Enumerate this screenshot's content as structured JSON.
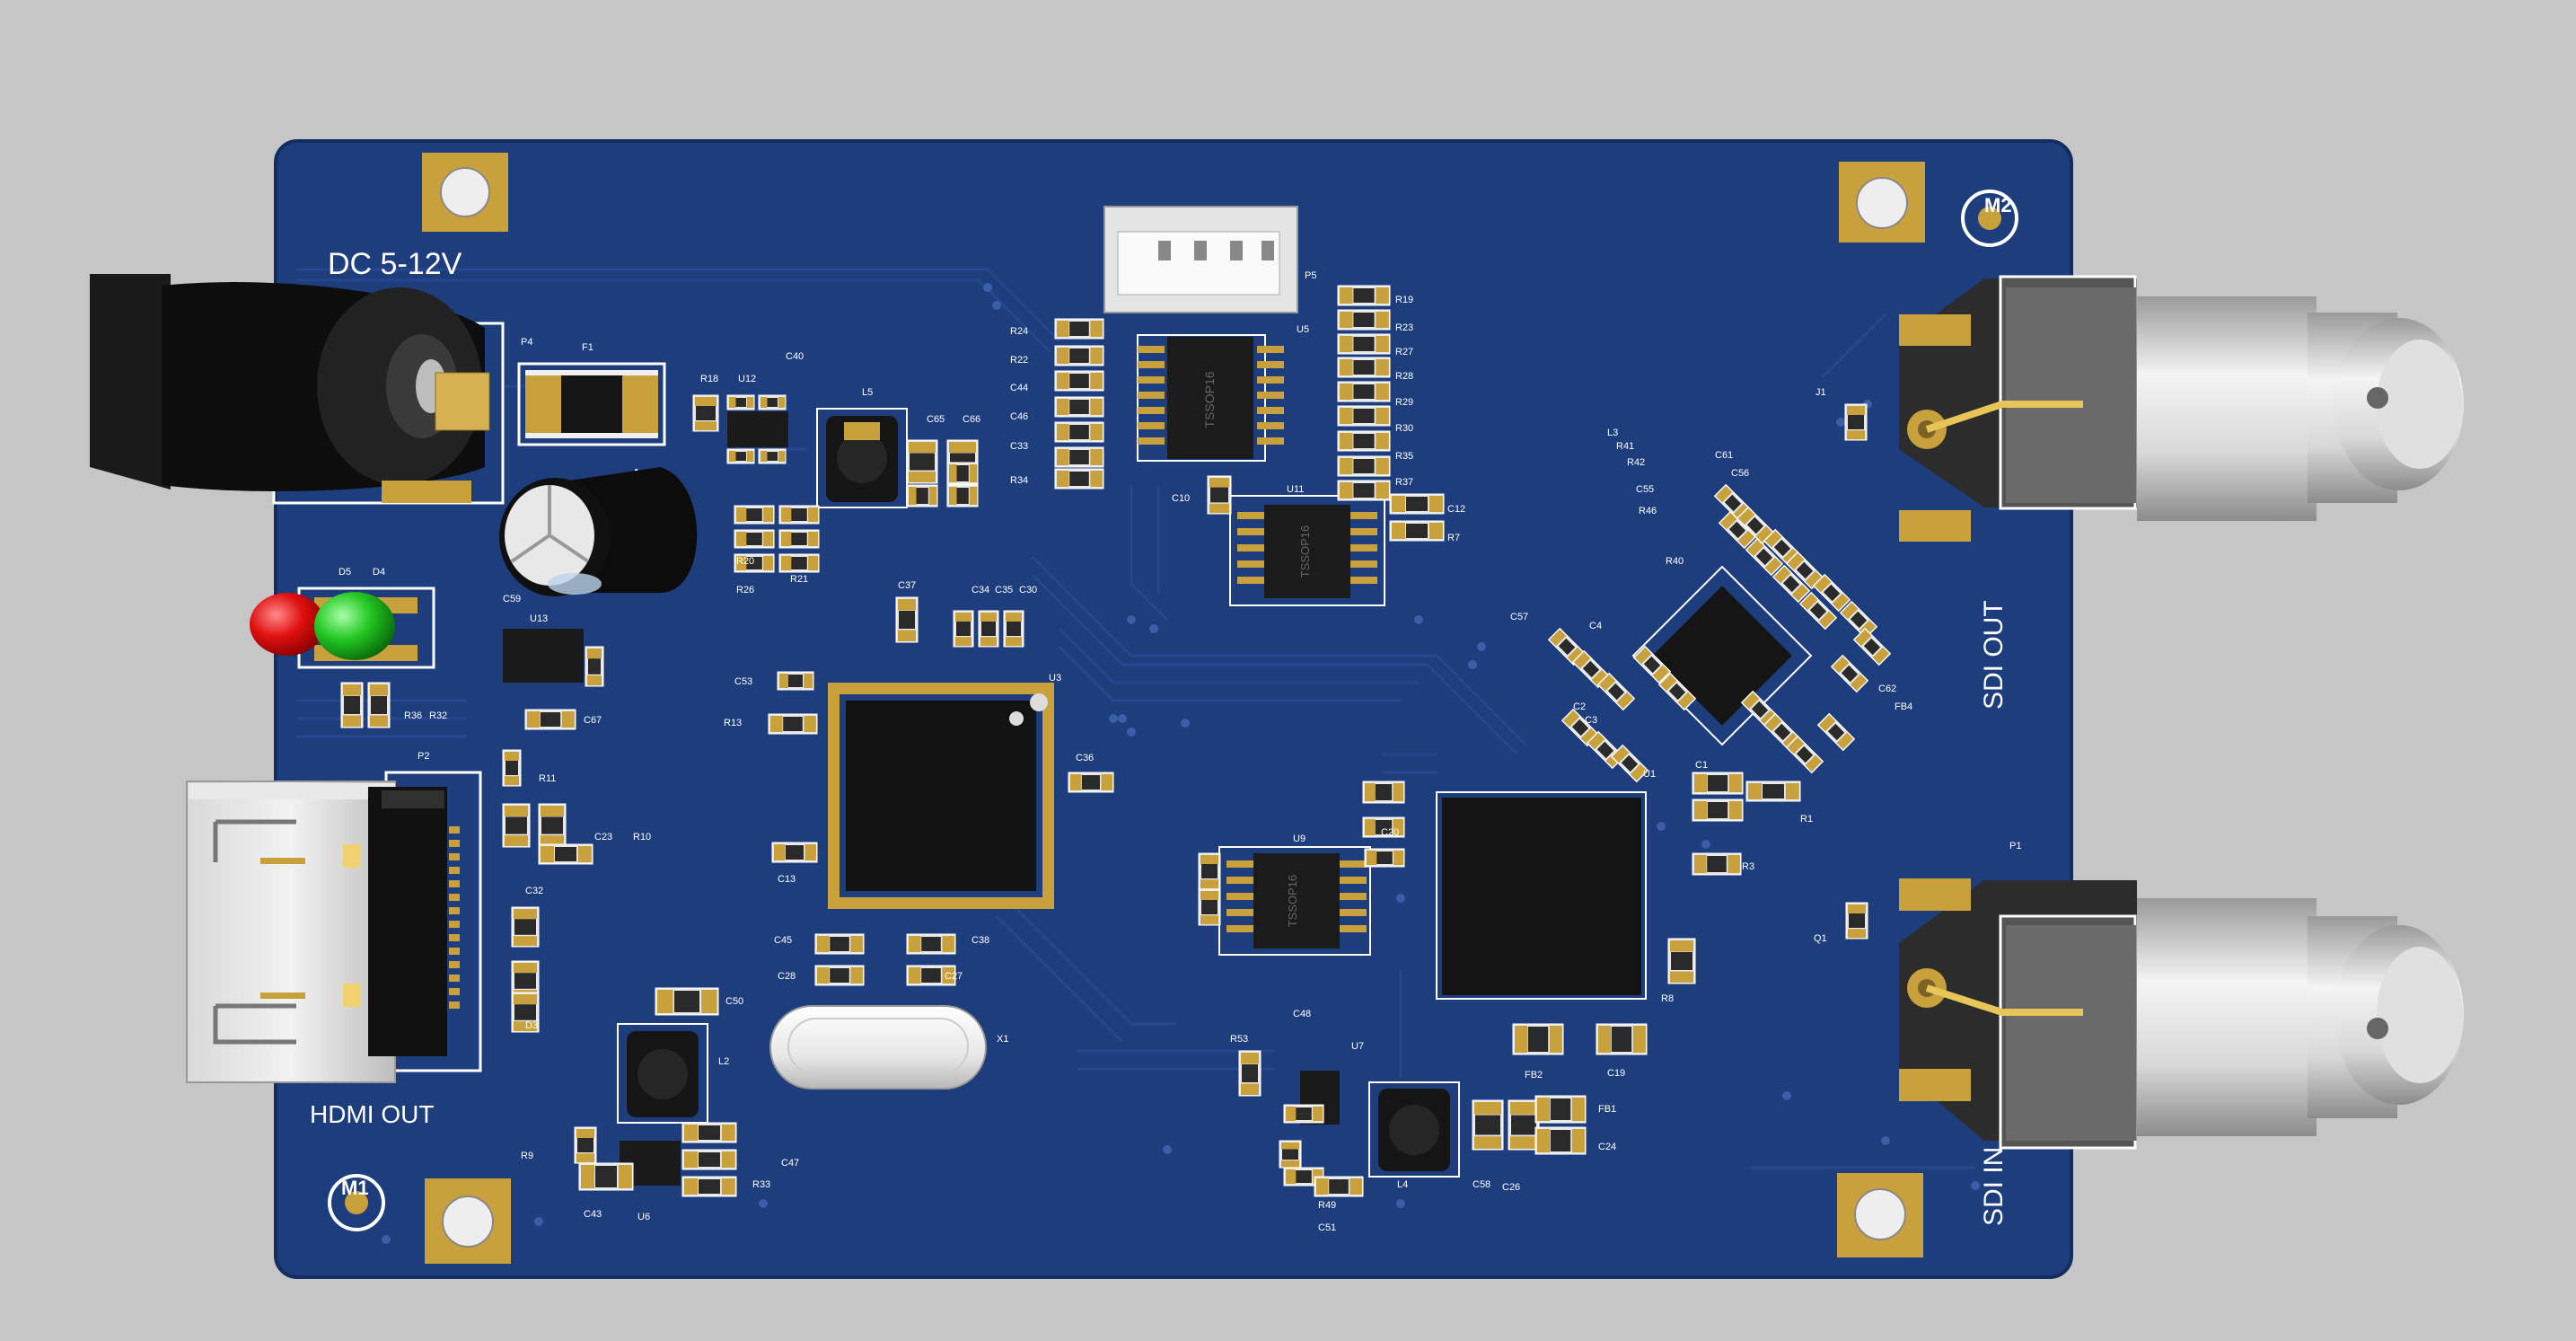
{
  "board": {
    "silkscreen": {
      "power_label": "DC 5-12V",
      "hdmi_label": "HDMI OUT",
      "sdi_out_label": "SDI OUT",
      "sdi_in_label": "SDI IN",
      "mount_m1": "M1",
      "mount_m2": "M2"
    },
    "refdes": {
      "p4": "P4",
      "f1": "F1",
      "u12": "U12",
      "c40": "C40",
      "r18": "R18",
      "l5": "L5",
      "c65": "C65",
      "c66": "C66",
      "r20": "R20",
      "r26": "R26",
      "r21": "R21",
      "d5": "D5",
      "d4": "D4",
      "c59": "C59",
      "u13": "U13",
      "c67": "C67",
      "r36": "R36",
      "r32": "R32",
      "p2": "P2",
      "r11": "R11",
      "c23": "C23",
      "r10": "R10",
      "c32": "C32",
      "d3": "D3",
      "p5": "P5",
      "u5": "U5",
      "r24": "R24",
      "r22": "R22",
      "c44": "C44",
      "c46": "C46",
      "c33": "C33",
      "r34": "R34",
      "r19": "R19",
      "r23": "R23",
      "r27": "R27",
      "r28": "R28",
      "r29": "R29",
      "r30": "R30",
      "r35": "R35",
      "r37": "R37",
      "c10": "C10",
      "u11": "U11",
      "c12": "C12",
      "r7": "R7",
      "c37": "C37",
      "c34": "C34",
      "c35": "C35",
      "c30": "C30",
      "c53": "C53",
      "r13": "R13",
      "u3": "U3",
      "c36": "C36",
      "c13": "C13",
      "c45": "C45",
      "c28": "C28",
      "c38": "C38",
      "c27": "C27",
      "x1": "X1",
      "c50": "C50",
      "r33": "R33",
      "c47": "C47",
      "c43": "C43",
      "u6": "U6",
      "l2": "L2",
      "r9": "R9",
      "u9": "U9",
      "c20": "C20",
      "c48": "C48",
      "r53": "R53",
      "u7": "U7",
      "r49": "R49",
      "c51": "C51",
      "l4": "L4",
      "c26": "C26",
      "c58": "C58",
      "fb2": "FB2",
      "c19": "C19",
      "fb1": "FB1",
      "c24": "C24",
      "r8": "R8",
      "l3": "L3",
      "r41": "R41",
      "r42": "R42",
      "c55": "C55",
      "r46": "R46",
      "c56": "C56",
      "r40": "R40",
      "c61": "C61",
      "c4": "C4",
      "c2": "C2",
      "c3": "C3",
      "u1": "U1",
      "c1": "C1",
      "c62": "C62",
      "fb4": "FB4",
      "r1": "R1",
      "r3": "R3",
      "p1": "P1",
      "q1": "Q1",
      "j1": "J1",
      "c57": "C57"
    },
    "chip_marking": "TSSOP16",
    "colors": {
      "background": "#c6c6c6",
      "pcb": "#1d3d7d",
      "pcb_edge": "#142d60",
      "trace": "#26478e",
      "pad_gold": "#c8a13c",
      "ic_black": "#141414",
      "led_red": "#e01010",
      "led_green": "#22c722",
      "silkscreen": "#ffffff"
    }
  }
}
